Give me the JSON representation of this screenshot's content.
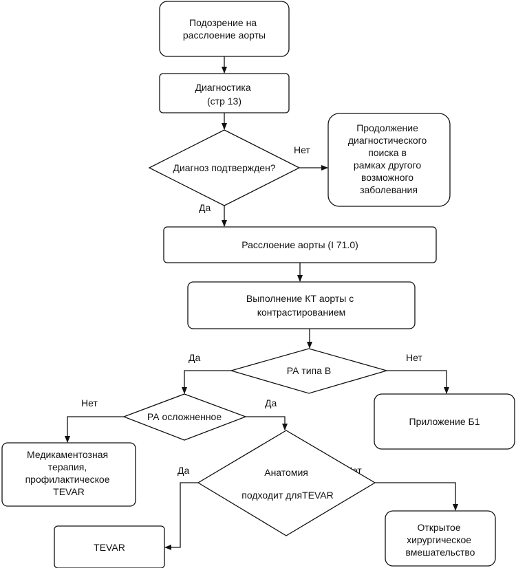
{
  "nodes": {
    "suspicion": {
      "lines": [
        "Подозрение на",
        "расслоение аорты"
      ]
    },
    "diagnostics": {
      "lines": [
        "Диагностика",
        "(стр 13)"
      ]
    },
    "confirmed": {
      "lines": [
        "Диагноз подтвержден?"
      ]
    },
    "other_search": {
      "lines": [
        "Продолжение",
        "диагностического",
        "поиска в",
        "рамках другого",
        "возможного",
        "заболевания"
      ]
    },
    "dissection": {
      "lines": [
        "Расслоение аорты (I 71.0)"
      ]
    },
    "ct": {
      "lines": [
        "Выполнение КТ аорты с",
        "контрастированием"
      ]
    },
    "type_b": {
      "lines": [
        "РА типа В"
      ]
    },
    "appendix_b1": {
      "lines": [
        "Приложение Б1"
      ]
    },
    "complicated": {
      "lines": [
        "РА осложненное"
      ]
    },
    "medical": {
      "lines": [
        "Медикаментозная",
        "терапия,",
        "профилактическое",
        "TEVAR"
      ]
    },
    "anatomy": {
      "lines": [
        "Анатомия",
        "подходит дляTEVAR"
      ]
    },
    "tevar": {
      "lines": [
        "TEVAR"
      ]
    },
    "open_surgery": {
      "lines": [
        "Открытое",
        "хирургическое",
        "вмешательство"
      ]
    }
  },
  "edge_labels": {
    "confirmed_no": "Нет",
    "confirmed_yes": "Да",
    "type_b_yes": "Да",
    "type_b_no": "Нет",
    "complicated_no": "Нет",
    "complicated_yes": "Да",
    "anatomy_no": "Нет",
    "anatomy_yes": "Да"
  }
}
